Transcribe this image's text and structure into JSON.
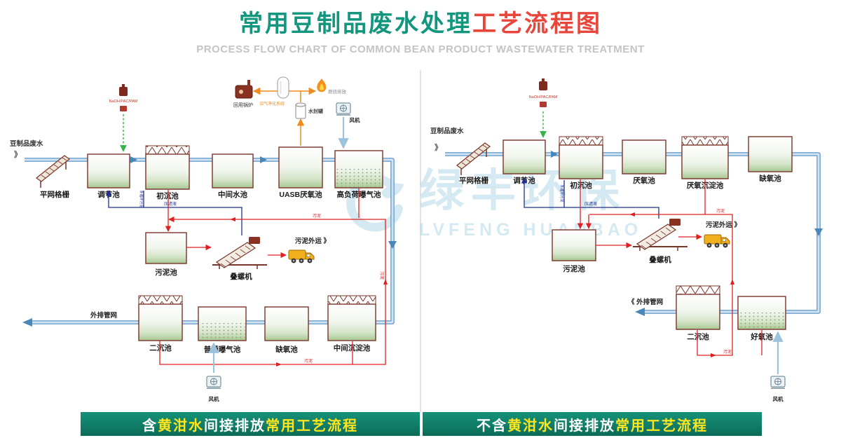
{
  "header": {
    "title_main": "常用豆制品废水处理",
    "title_accent": "工艺流程图",
    "subtitle": "PROCESS FLOW CHART OF COMMON BEAN PRODUCT WASTEWATER TREATMENT"
  },
  "watermark": {
    "cn": "绿丰环保",
    "en": "LVFENG HUANBAO"
  },
  "left": {
    "inlet_label": "豆制品废水",
    "inlet_arrow": "》",
    "dosing_label": "NaOH/PAC/PAM",
    "screen_label": "平网格栅",
    "tanks": {
      "tiaojie": "调节池",
      "chuchen": "初沉池",
      "zhongjian_shuichi": "中间水池",
      "uasb": "UASB厌氧池",
      "gaofuhe": "高负荷曝气池",
      "wunichi": "污泥池",
      "erchen": "二沉池",
      "putong": "普通曝气池",
      "queyang": "缺氧池",
      "zhongjian_chendian": "中间沉淀池"
    },
    "equipment": {
      "boiler": "回用锅炉",
      "biogas": "沼气净化系统",
      "seal_tank": "水封罐",
      "burn": "燃烧排放",
      "fan_top": "风机",
      "screw_press": "叠螺机",
      "fan_bottom": "风机"
    },
    "flows": {
      "sludge_out": "污泥外运 》",
      "outfall": "外排管网",
      "filtrate": "压滤液",
      "sludge_h": "污泥",
      "sludge_v": "污泥",
      "sludge_b": "污泥",
      "circ": "外循环污泥"
    }
  },
  "right": {
    "inlet_label": "豆制品废水",
    "inlet_arrow": "》",
    "dosing_label": "NaOH/PAC/PAM",
    "screen_label": "平网格栅",
    "tanks": {
      "tiaojie": "调节池",
      "chuchen": "初沉池",
      "yanyang": "厌氧池",
      "yanyang_chendian": "厌氧沉淀池",
      "queyang": "缺氧池",
      "wunichi": "污泥池",
      "erchen": "二沉池",
      "haoyang": "好氧池"
    },
    "equipment": {
      "screw_press": "叠螺机",
      "fan_bottom": "风机"
    },
    "flows": {
      "sludge_out": "污泥外运 》",
      "outfall": "《 外排管网",
      "filtrate": "压滤液",
      "sludge_h": "污泥",
      "sludge_b": "污泥",
      "circ": "外循环污泥"
    }
  },
  "banner_left": {
    "p1": "含",
    "p2": "黄泔水",
    "p3": "间接排放",
    "p4": "常用工艺流程"
  },
  "banner_right": {
    "p1": "不含",
    "p2": "黄泔水",
    "p3": "间接排放",
    "p4": "常用工艺流程"
  }
}
